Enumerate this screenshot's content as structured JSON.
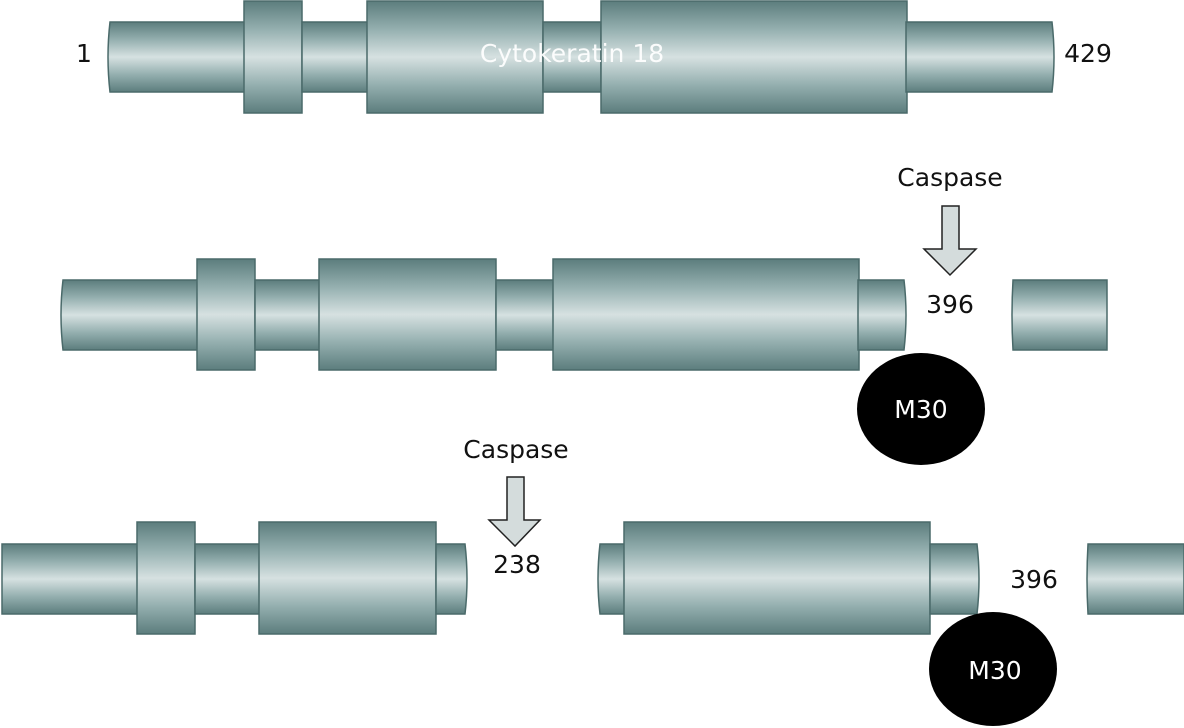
{
  "title": "Cytokeratin 18",
  "colors": {
    "segment_edge": "#4a6a6a",
    "segment_dark": "#5f8080",
    "segment_light": "#d4e0e0",
    "arrow_fill": "#d4dcdc",
    "antibody_fill": "#000000",
    "antibody_text": "#ffffff"
  },
  "rows": [
    {
      "name": "intact",
      "start_label": "1",
      "end_label": "429"
    },
    {
      "name": "first-cleavage",
      "protease_label": "Caspase",
      "cleavage_site": "396",
      "antibody_label": "M30"
    },
    {
      "name": "second-cleavage",
      "protease_label": "Caspase",
      "cleavage_site": "238",
      "second_site": "396",
      "antibody_label": "M30"
    }
  ]
}
